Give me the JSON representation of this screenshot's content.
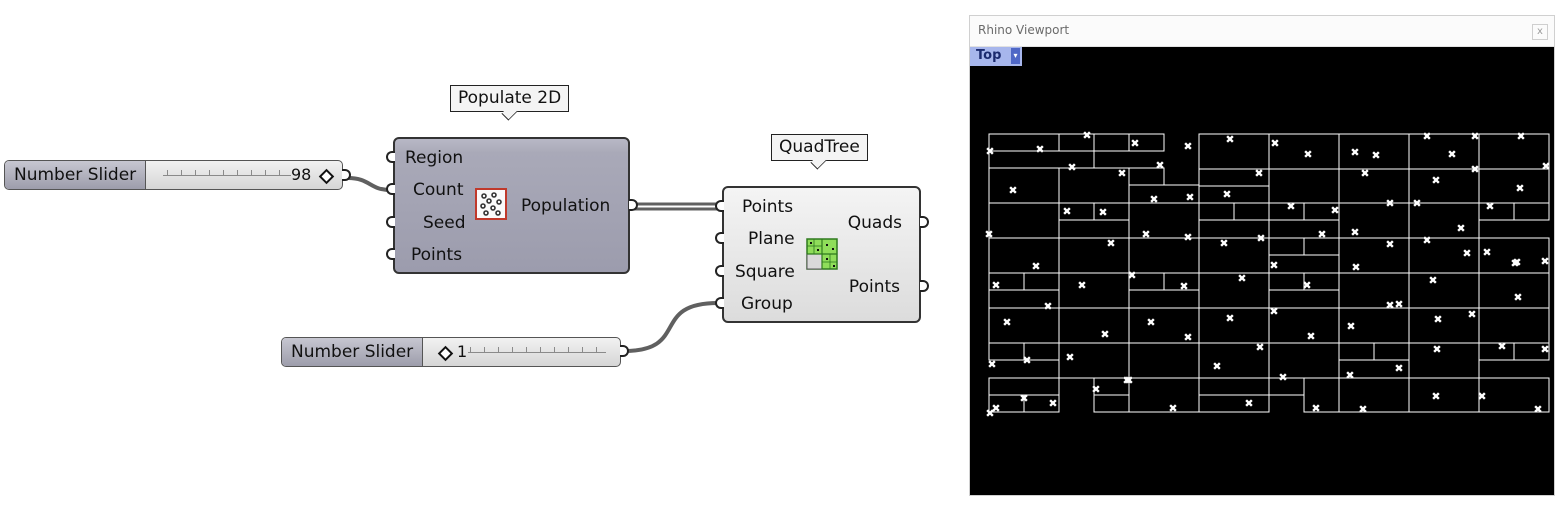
{
  "canvas": {
    "populate_tag": "Populate 2D",
    "quadtree_tag": "QuadTree",
    "slider_count": {
      "label": "Number Slider",
      "value": "98"
    },
    "slider_group": {
      "label": "Number Slider",
      "value": "1"
    },
    "populate": {
      "inputs": [
        "Region",
        "Count",
        "Seed",
        "Points"
      ],
      "output": "Population",
      "icon": "populate-2d-icon"
    },
    "quadtree": {
      "inputs": [
        "Points",
        "Plane",
        "Square",
        "Group"
      ],
      "outputs": [
        "Quads",
        "Points"
      ],
      "icon": "quadtree-icon"
    },
    "colors": {
      "wire": "#606060",
      "component_dark": "#a9a9b8",
      "component_light": "#e6e6e6"
    }
  },
  "viewport": {
    "title": "Rhino Viewport",
    "close_label": "x",
    "tab_label": "Top",
    "dropdown_icon": "chevron-down-icon",
    "colors": {
      "background": "#000000",
      "lines": "#ffffff",
      "tab": "#a7b6ec"
    }
  }
}
